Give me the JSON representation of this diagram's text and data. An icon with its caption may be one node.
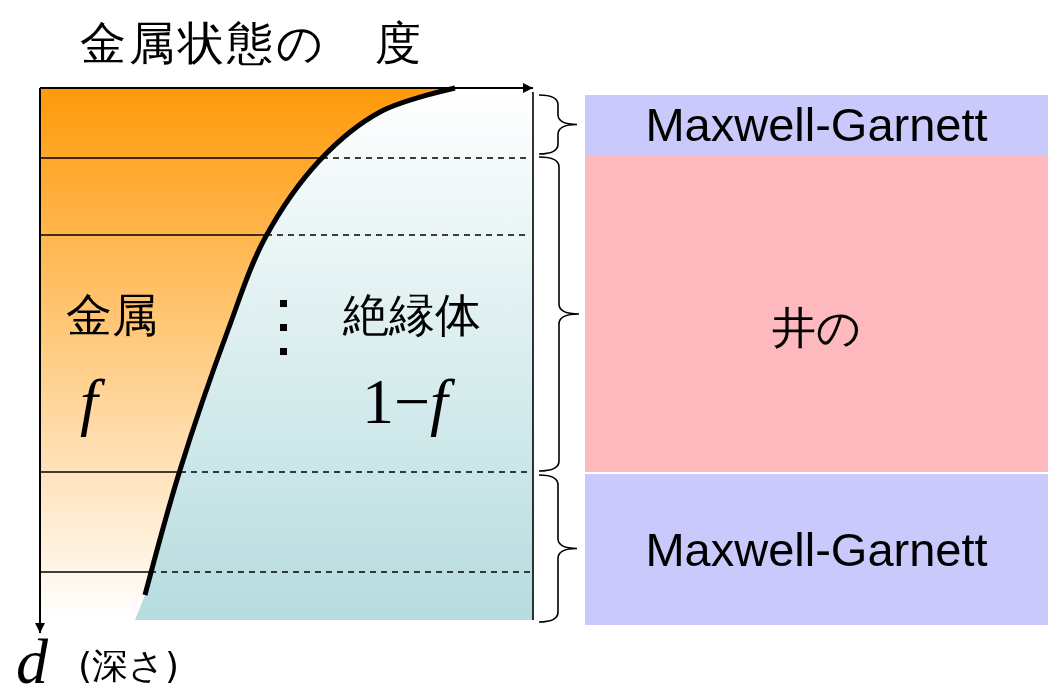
{
  "diagram": {
    "title": "金属状態の　度",
    "nodes": [
      {
        "text": [
          "Maxwell-Garnett"
        ]
      },
      {
        "text": [
          "井の"
        ]
      },
      {
        "text": [
          "Maxwell-Garnett"
        ]
      }
    ],
    "labels": [
      "金属",
      "f",
      "絶縁体",
      "1−*f*",
      "d",
      "(深さ)"
    ]
  }
}
